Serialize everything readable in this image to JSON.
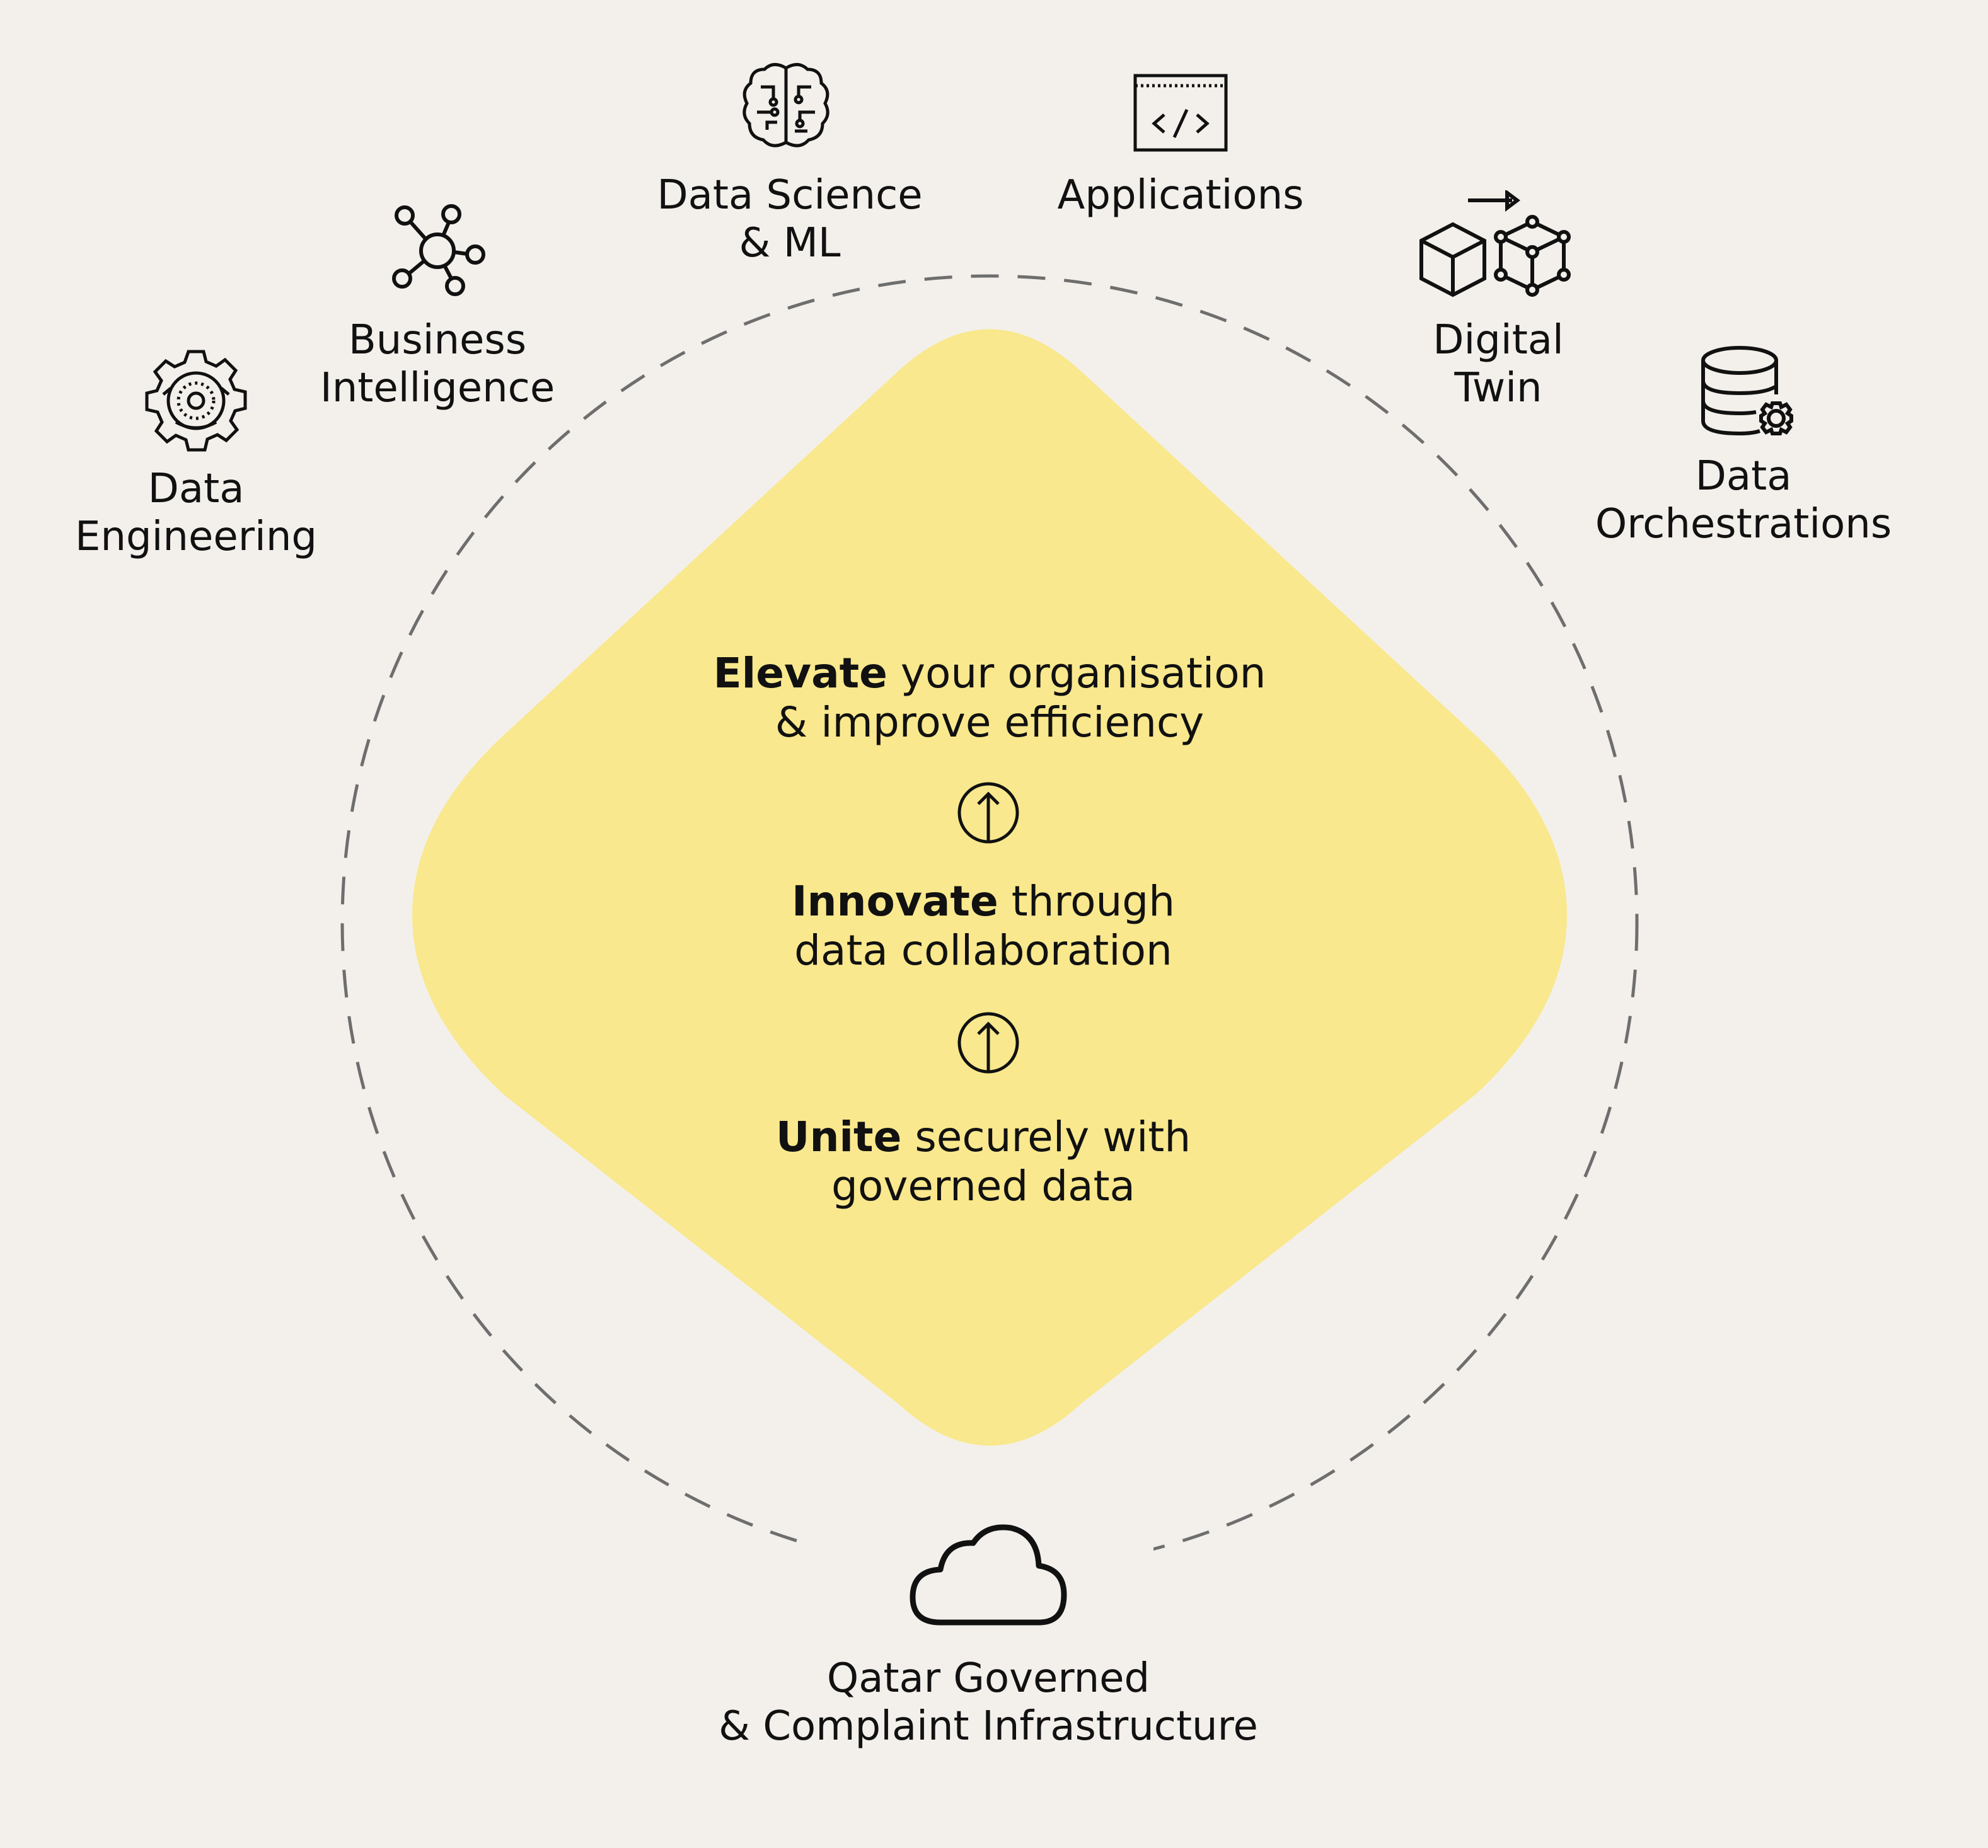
{
  "colors": {
    "background": "#f3f0eb",
    "diamond": "#f9e88d",
    "ink": "#111111",
    "dash": "#6e6e6e"
  },
  "capabilities": [
    {
      "icon": "gear-icon",
      "line1": "Data",
      "line2": "Engineering"
    },
    {
      "icon": "network-icon",
      "line1": "Business",
      "line2": "Intelligence"
    },
    {
      "icon": "brain-icon",
      "line1": "Data Science",
      "line2": "& ML"
    },
    {
      "icon": "code-window-icon",
      "line1": "Applications",
      "line2": ""
    },
    {
      "icon": "cube-network-icon",
      "line1": "Digital",
      "line2": "Twin"
    },
    {
      "icon": "database-gear-icon",
      "line1": "Data",
      "line2": "Orchestrations"
    }
  ],
  "steps": [
    {
      "bold": "Elevate",
      "rest": " your organisation",
      "line2": "& improve efficiency"
    },
    {
      "bold": "Innovate",
      "rest": " through",
      "line2": "data collaboration"
    },
    {
      "bold": "Unite",
      "rest": " securely with",
      "line2": "governed data"
    }
  ],
  "arrows": [
    "arrow-up-icon",
    "arrow-up-icon"
  ],
  "infrastructure": {
    "icon": "cloud-icon",
    "line1": "Qatar Governed",
    "line2": "& Complaint Infrastructure"
  }
}
